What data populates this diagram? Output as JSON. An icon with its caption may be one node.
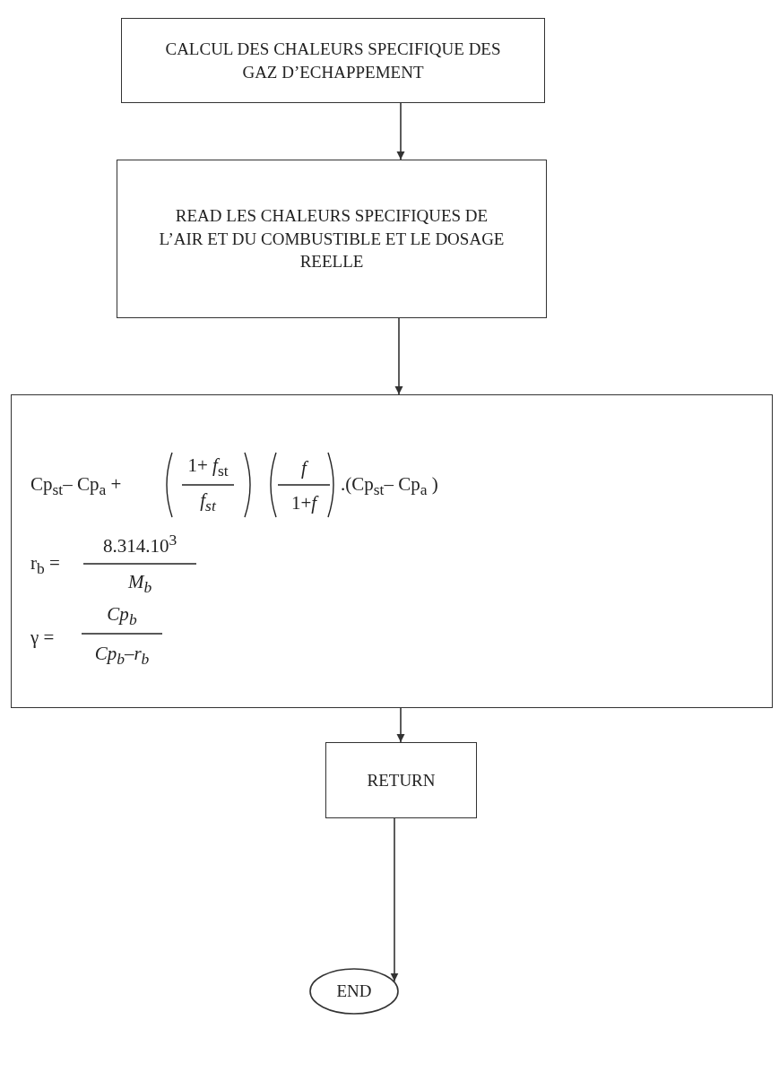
{
  "diagram": {
    "nodes": [
      {
        "text": [
          "CALCUL DES CHALEURS SPECIFIQUE DES GAZ D’ECHAPPEMENT"
        ]
      },
      {
        "text": [
          "READ LES CHALEURS SPECIFIQUES DE L’AIR ET DU COMBUSTIBLE ET LE DOSAGE REELLE"
        ]
      },
      {
        "text": [
          "Cp$_{st}$– Cp$_{a}$ +",
          "1+ *f*$_{st}$",
          "f$_{st}$",
          "f",
          "1+*f*",
          ".(Cp$_{st}$– Cp$_{a}$ )",
          "r$_{b}$ =",
          "8.314.10$^{3}$",
          "M$_{b}$",
          "γ =",
          "Cp$_{b}$",
          "Cp$_{b}$–r$_{b}$"
        ]
      },
      {
        "text": [
          "RETURN"
        ]
      },
      {
        "text": [
          "END"
        ]
      }
    ],
    "edges": [
      {
        "from": 0,
        "to": 1,
        "arrow": "to"
      },
      {
        "from": 1,
        "to": 2,
        "arrow": "to"
      },
      {
        "from": 2,
        "to": 3,
        "arrow": "to"
      },
      {
        "from": 3,
        "to": 4,
        "arrow": "to"
      }
    ]
  }
}
